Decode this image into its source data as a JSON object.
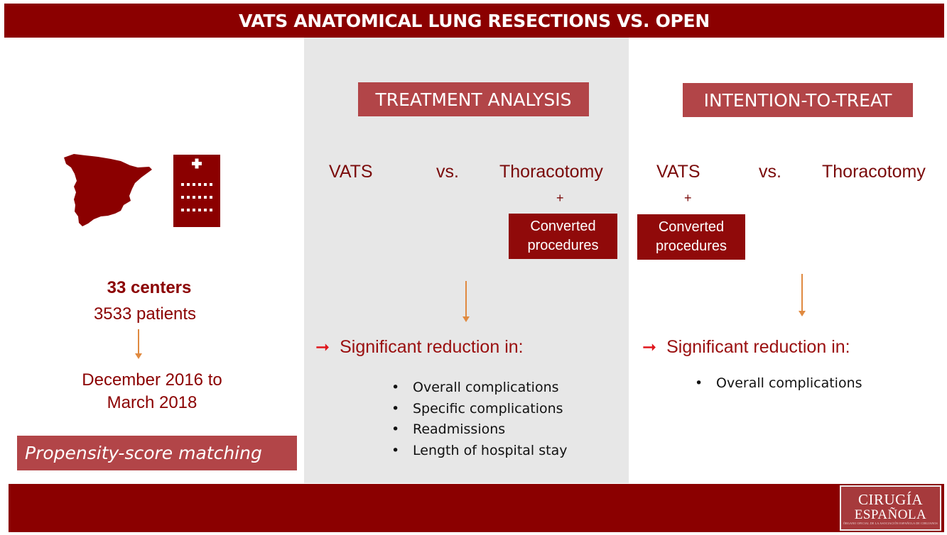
{
  "header": {
    "title": "VATS ANATOMICAL LUNG RESECTIONS VS. OPEN"
  },
  "left": {
    "map_icon": "spain-map-icon",
    "hospital_icon": "hospital-icon",
    "centers": "33 centers",
    "patients": "3533 patients",
    "dates_line1": "December 2016  to",
    "dates_line2": "March 2018",
    "method": "Propensity-score matching"
  },
  "treatment": {
    "title": "TREATMENT ANALYSIS",
    "left_arm": "VATS",
    "vs": "vs.",
    "right_arm": "Thoracotomy",
    "plus": "+",
    "converted_line1": "Converted",
    "converted_line2": "procedures",
    "result": "Significant reduction in:",
    "outcomes": [
      "Overall complications",
      "Specific complications",
      "Readmissions",
      "Length of hospital stay"
    ]
  },
  "itt": {
    "title": "INTENTION-TO-TREAT",
    "left_arm": "VATS",
    "vs": "vs.",
    "right_arm": "Thoracotomy",
    "plus": "+",
    "converted_line1": "Converted",
    "converted_line2": "procedures",
    "result": "Significant reduction in:",
    "outcomes": [
      "Overall complications"
    ]
  },
  "footer": {
    "logo_line1": "CIRUGÍA",
    "logo_line2": "ESPAÑOLA",
    "logo_tagline": "ÓRGANO OFICIAL DE LA ASOCIACIÓN ESPAÑOLA DE CIRUJANOS"
  },
  "colors": {
    "brand": "#8b0000",
    "box": "#b24548",
    "panel": "#e7e7e7",
    "arrow": "#e08a40",
    "bullet_arrow": "#e0171d"
  }
}
